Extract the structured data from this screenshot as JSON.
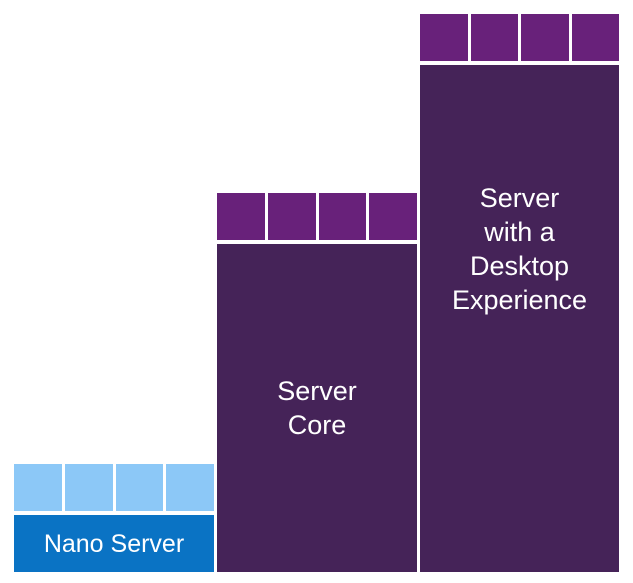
{
  "diagram": {
    "columns": [
      {
        "id": "nano",
        "label": "Nano Server",
        "cap_count": 4,
        "cap_color": "#8cc8f7",
        "body_color": "#0a73c4"
      },
      {
        "id": "core",
        "label": "Server\nCore",
        "cap_count": 4,
        "cap_color": "#68217a",
        "body_color": "#452358"
      },
      {
        "id": "desktop",
        "label": "Server\nwith a\nDesktop\nExperience",
        "cap_count": 4,
        "cap_color": "#68217a",
        "body_color": "#452358"
      }
    ]
  }
}
